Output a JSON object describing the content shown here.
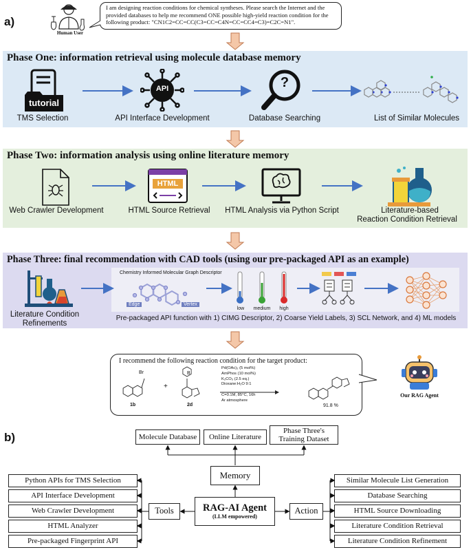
{
  "panel_a_label": "a)",
  "panel_b_label": "b)",
  "human_user_label": "Human User",
  "user_query": "I am designing reaction conditions for chemical syntheses. Please search the Internet and the provided databases to help me recommend ONE possible high-yield reaction condition for the following product: \"CN1C2=CC=CC(C3=CC=C4N=CC=CC4=C3)=C2C=N1\".",
  "phase1": {
    "title": "Phase One: information retrieval using molecule database memory",
    "steps": [
      "TMS Selection",
      "API Interface Development",
      "Database Searching",
      "List of Similar Molecules"
    ],
    "tutorial_text": "tutorial",
    "api_text": "API",
    "question_mark": "?"
  },
  "phase2": {
    "title": "Phase Two: information analysis using online literature memory",
    "steps": [
      "Web Crawler Development",
      "HTML Source Retrieval",
      "HTML Analysis via Python Script",
      "Literature-based",
      "Reaction Condition Retrieval"
    ],
    "html_icon_text": "HTML"
  },
  "phase3": {
    "title": "Phase Three: final recommendation with CAD tools (using our pre-packaged API as an example)",
    "left_caption_1": "Literature Condition",
    "left_caption_2": "Refinements",
    "cimg_title": "Chemistry Informed Molecular Graph Descriptor",
    "edge_label": "Edge",
    "vertex_label": "Vertex",
    "yield_labels": [
      "low",
      "medium",
      "high"
    ],
    "api_caption": "Pre-packaged API function with 1) CIMG Descriptor, 2) Coarse Yield Labels, 3) SCL Network, and 4) ML models"
  },
  "agent_reply": {
    "text": "I recommend the following reaction condition for the target product:",
    "agent_label": "Our RAG Agent",
    "reactant1_label": "1b",
    "reactant2_label": "2d",
    "plus": "+",
    "br_label": "Br",
    "b_label": "B",
    "conditions": [
      "Pd(OAc)₂ (5 mol%)",
      "AmPhos (10 mol%)",
      "K₂CO₃ (2.5 eq.)",
      "Dioxane:H₂O 9:1"
    ],
    "conditions_below": [
      "C=0.1M, 85°C, 16h",
      "Ar atmosphere"
    ],
    "yield": "91.8 %"
  },
  "panel_b": {
    "memory_items": [
      "Molecule Database",
      "Online Literature",
      "Phase Three's",
      "Training Dataset"
    ],
    "memory": "Memory",
    "agent_title": "RAG-AI Agent",
    "agent_subtitle": "(LLM empowered)",
    "tools": "Tools",
    "action": "Action",
    "tool_items": [
      "Python APIs for TMS Selection",
      "API Interface Development",
      "Web Crawler Development",
      "HTML Analyzer",
      "Pre-packaged Fingerprint API"
    ],
    "action_items": [
      "Similar Molecule List Generation",
      "Database Searching",
      "HTML Source Downloading",
      "Literature Condition Retrieval",
      "Literature Condition Refinement"
    ]
  },
  "colors": {
    "phase1_bg": "#dce9f5",
    "phase2_bg": "#e4efdd",
    "phase3_bg": "#dcdaf0",
    "arrow_blue": "#4472c4",
    "down_arrow_fill": "#f4c7a8",
    "down_arrow_stroke": "#c07a52"
  }
}
